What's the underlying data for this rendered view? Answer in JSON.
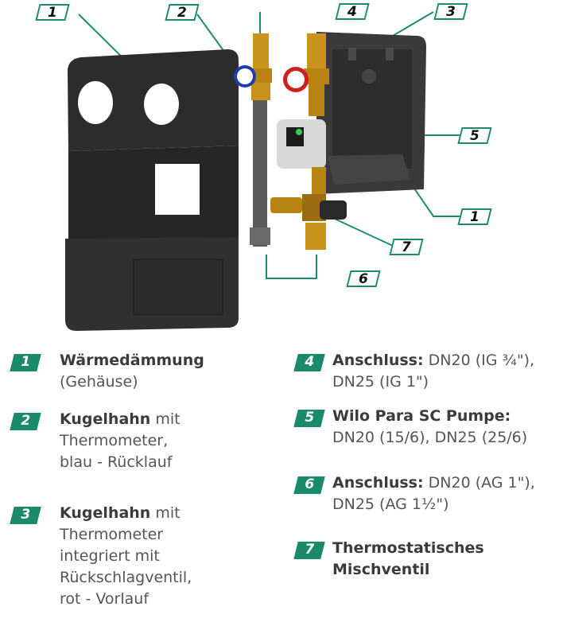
{
  "callouts": [
    "1",
    "2",
    "4",
    "3",
    "5",
    "1",
    "7",
    "6"
  ],
  "legend": [
    {
      "num": "1",
      "bold": "Wärmedämmung",
      "rest_lines": [
        "(Gehäuse)"
      ]
    },
    {
      "num": "2",
      "bold": "Kugelhahn",
      "inline": " mit",
      "rest_lines": [
        "Thermometer,",
        "blau - Rücklauf"
      ]
    },
    {
      "num": "3",
      "bold": "Kugelhahn",
      "inline": " mit",
      "rest_lines": [
        "Thermometer",
        "integriert mit",
        "Rückschlagventil,",
        "rot - Vorlauf"
      ]
    },
    {
      "num": "4",
      "bold": "Anschluss:",
      "inline": " DN20 (IG ¾\"),",
      "rest_lines": [
        "DN25 (IG 1\")"
      ]
    },
    {
      "num": "5",
      "bold": "Wilo Para SC Pumpe:",
      "rest_lines": [
        "DN20 (15/6), DN25 (25/6)"
      ]
    },
    {
      "num": "6",
      "bold": "Anschluss:",
      "inline": " DN20 (AG 1\"),",
      "rest_lines": [
        "DN25 (AG 1½\")"
      ]
    },
    {
      "num": "7",
      "bold": "Thermostatisches",
      "rest_lines": [
        "Mischventil"
      ]
    }
  ]
}
